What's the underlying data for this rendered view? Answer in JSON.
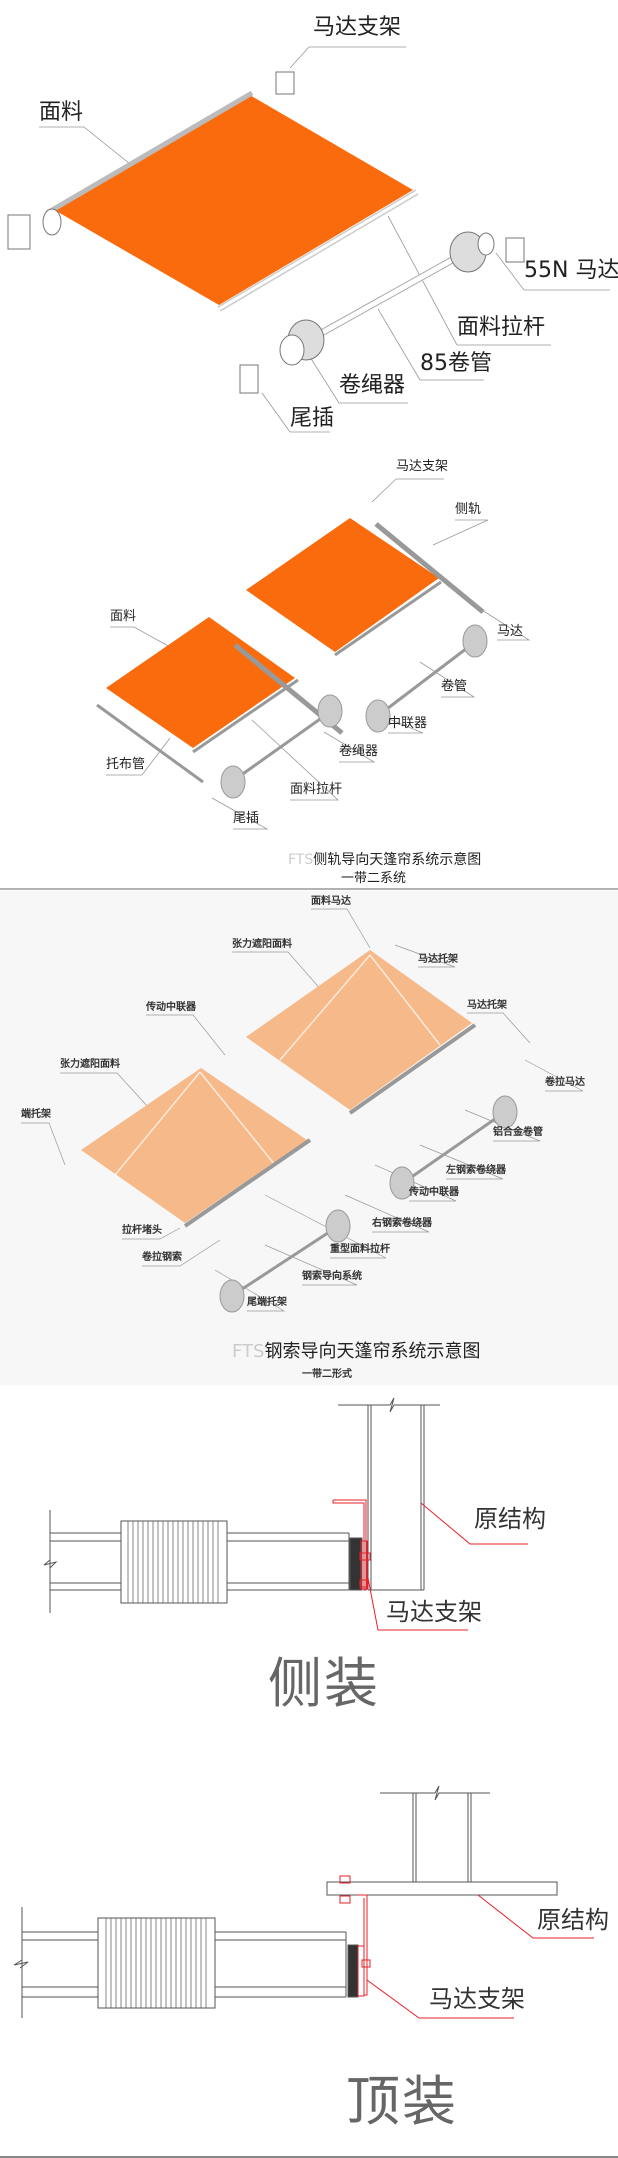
{
  "colors": {
    "fabric_orange": "#f96b0c",
    "fabric_peach": "#f6b98a",
    "cad_red": "#e8202a",
    "panel_bg": "#f7f7f7"
  },
  "diagram1": {
    "labels": {
      "motor_bracket": "马达支架",
      "fabric": "面料",
      "motor": "55N 马达",
      "fabric_pull_rod": "面料拉杆",
      "roller_tube": "85卷管",
      "rope_winder": "卷绳器",
      "end_plug": "尾插"
    }
  },
  "diagram2": {
    "labels": {
      "motor_bracket": "马达支架",
      "side_rail": "侧轨",
      "fabric": "面料",
      "motor": "马达",
      "roller_tube": "卷管",
      "coupler": "中联器",
      "rope_winder": "卷绳器",
      "support_tube": "托布管",
      "fabric_pull_rod": "面料拉杆",
      "end_plug": "尾插"
    },
    "title_prefix": "FTS",
    "title": "侧轨导向天篷帘系统示意图",
    "subtitle": "一带二系统"
  },
  "diagram3": {
    "labels": {
      "fabric_motor": "面料马达",
      "tension_fabric_top": "张力遮阳面料",
      "motor_holder_1": "马达托架",
      "drive_coupler_top": "传动中联器",
      "motor_holder_2": "马达托架",
      "tension_fabric_lower": "张力遮阳面料",
      "winding_motor": "卷拉马达",
      "end_holder": "端托架",
      "alu_tube": "铝合金卷管",
      "left_cable_winder": "左钢索卷绕器",
      "drive_coupler_lower": "传动中联器",
      "right_cable_winder": "右钢索卷绕器",
      "rod_end_cap": "拉杆堵头",
      "heavy_pull_rod": "重型面料拉杆",
      "winding_cable": "卷拉钢索",
      "cable_guide": "钢索导向系统",
      "tail_holder": "尾端托架"
    },
    "title_prefix": "FTS",
    "title": "钢索导向天篷帘系统示意图",
    "subtitle": "一带二形式"
  },
  "side_mount": {
    "structure": "原结构",
    "bracket": "马达支架",
    "caption": "侧装"
  },
  "top_mount": {
    "structure": "原结构",
    "bracket": "马达支架",
    "caption": "顶装"
  }
}
